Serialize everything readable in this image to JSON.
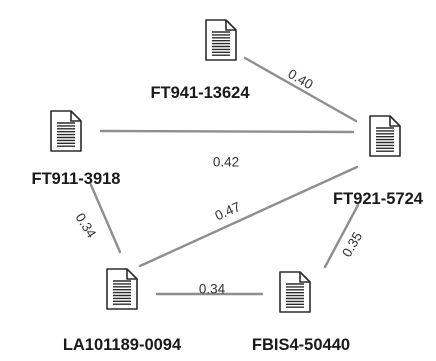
{
  "diagram": {
    "nodes": [
      {
        "id": "ft941",
        "label": "FT941-13624",
        "icon": "document-icon"
      },
      {
        "id": "ft911",
        "label": "FT911-3918",
        "icon": "document-icon"
      },
      {
        "id": "ft921",
        "label": "FT921-5724",
        "icon": "document-icon"
      },
      {
        "id": "la101",
        "label": "LA101189-0094",
        "icon": "document-icon"
      },
      {
        "id": "fbis4",
        "label": "FBIS4-50440",
        "icon": "document-icon"
      }
    ],
    "edges": [
      {
        "from": "ft941",
        "to": "ft921",
        "weight": "0.40"
      },
      {
        "from": "ft911",
        "to": "ft921",
        "weight": "0.42"
      },
      {
        "from": "ft911",
        "to": "la101",
        "weight": "0.34"
      },
      {
        "from": "la101",
        "to": "ft921",
        "weight": "0.47"
      },
      {
        "from": "la101",
        "to": "fbis4",
        "weight": "0.34"
      },
      {
        "from": "fbis4",
        "to": "ft921",
        "weight": "0.35"
      }
    ],
    "colors": {
      "edge": "#8e8e8e",
      "icon_stroke": "#2b2b2b",
      "label_text": "#1a1a1a",
      "background": "#ffffff"
    }
  }
}
